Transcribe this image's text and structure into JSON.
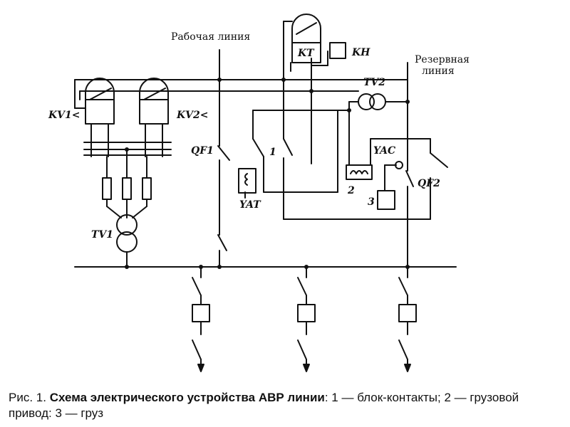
{
  "labels": {
    "working_line": "Рабочая линия",
    "reserve_line_1": "Резервная",
    "reserve_line_2": "линия",
    "kt": "KT",
    "kh": "KH",
    "tv2": "TV2",
    "kv1": "KV1<",
    "kv2": "KV2<",
    "qf1": "QF1",
    "yac": "YAC",
    "qf2": "QF2",
    "yat": "YAT",
    "tv1": "TV1",
    "n1": "1",
    "n2": "2",
    "n3": "3"
  },
  "caption": {
    "prefix": "Рис. 1. ",
    "title": "Схема электрического устройства АВР линии",
    "rest": ": 1 — блок-контакты; 2 — грузовой привод: 3 — груз"
  }
}
